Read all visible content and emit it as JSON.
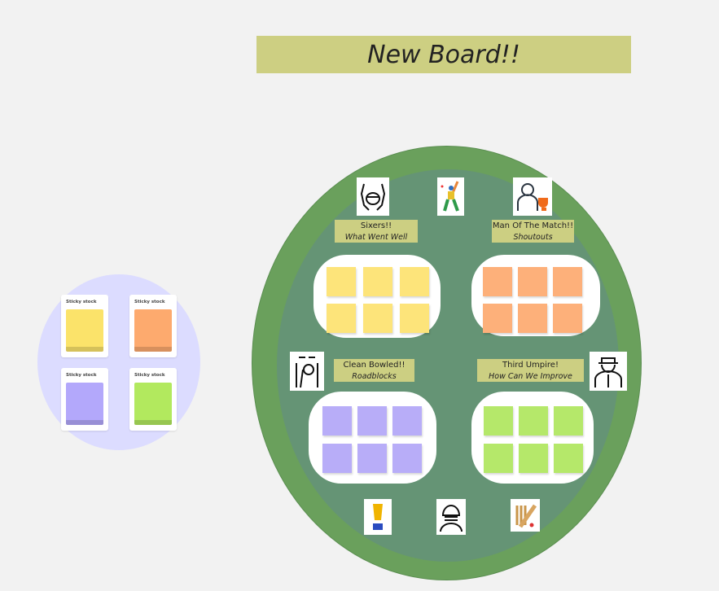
{
  "board_title": "New Board!!",
  "sticky_stock": [
    {
      "label": "Sticky stock",
      "color": "#fbe36a"
    },
    {
      "label": "Sticky stock",
      "color": "#fdaa6e"
    },
    {
      "label": "Sticky stock",
      "color": "#b3a8fb"
    },
    {
      "label": "Sticky stock",
      "color": "#b2e95e"
    }
  ],
  "sections": [
    {
      "title": "Sixers!!",
      "subtitle": "What Went Well",
      "note_color": "#fde47a",
      "icon": "wicketkeeper-gloves-icon"
    },
    {
      "title": "Man Of The Match!!",
      "subtitle": "Shoutouts",
      "note_color": "#fdb07a",
      "icon": "man-of-the-match-trophy-icon"
    },
    {
      "title": "Clean Bowled!!",
      "subtitle": "Roadblocks",
      "note_color": "#b8adf8",
      "icon": "clean-bowled-stumps-icon"
    },
    {
      "title": "Third Umpire!",
      "subtitle": "How Can We Improve",
      "note_color": "#b5e86a",
      "icon": "umpire-icon"
    }
  ],
  "icons": [
    "batsman-icon",
    "world-cup-trophy-icon",
    "helmet-player-icon",
    "bat-and-stumps-icon"
  ]
}
